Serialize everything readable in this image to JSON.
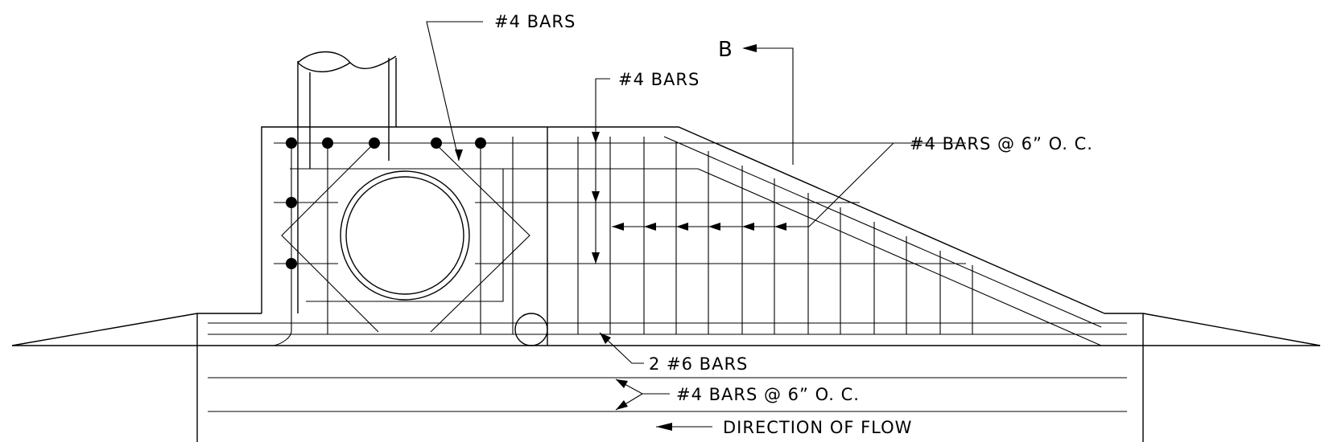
{
  "labels": {
    "bars_top": "#4 BARS",
    "bars_mid": "#4 BARS",
    "bars_spacing_right": "#4 BARS @ 6” O. C.",
    "section_mark": "B",
    "bars_bottom_pair": "2 #6 BARS",
    "bars_spacing_bottom": "#4 BARS @ 6” O. C.",
    "flow": "DIRECTION OF FLOW"
  }
}
